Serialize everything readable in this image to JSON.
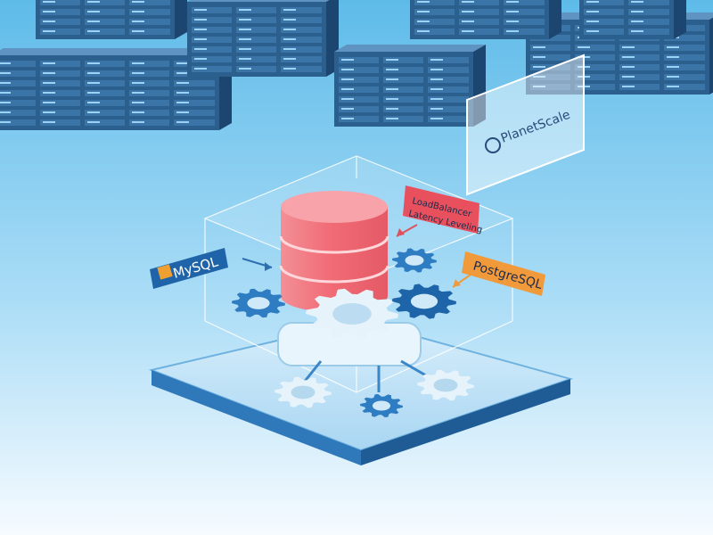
{
  "labels": {
    "mysql": "MySQL",
    "postgresql": "PostgreSQL",
    "planetscale": "PlanetScale",
    "sign_line1": "LoadBalancer",
    "sign_line2": "Latency Leveling"
  },
  "icons": {
    "database": "database-cylinder-icon",
    "gear": "gear-icon",
    "server": "server-rack-icon",
    "mysql_logo": "dolphin-logo-icon",
    "planetscale_logo": "planetscale-logo-icon"
  },
  "colors": {
    "sky_top": "#5fbbe9",
    "sky_bottom": "#f5fbff",
    "server": "#2a5f8e",
    "database": "#f07c84",
    "gear": "#2e7cc2",
    "gear_light": "#dbeef9",
    "mysql_badge": "#1f63a8",
    "mysql_accent": "#f0a030",
    "postgres_badge": "#f09a3c",
    "sign": "#e8505d",
    "platform": "#b7dcf3"
  }
}
